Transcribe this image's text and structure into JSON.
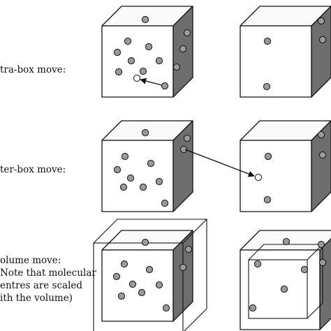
{
  "labels": {
    "intra": "tra-box move:",
    "inter": "ter-box move:",
    "volume_lines": [
      "olume move:",
      "Note that molecular",
      "entres are scaled",
      "ith the volume)"
    ]
  },
  "colors": {
    "line": "#111111",
    "face": "#ffffff",
    "right_face": "#6e6e6e",
    "top_face": "#fafafa",
    "particle": "#9a9a9a",
    "particle_moved": "#ffffff"
  }
}
